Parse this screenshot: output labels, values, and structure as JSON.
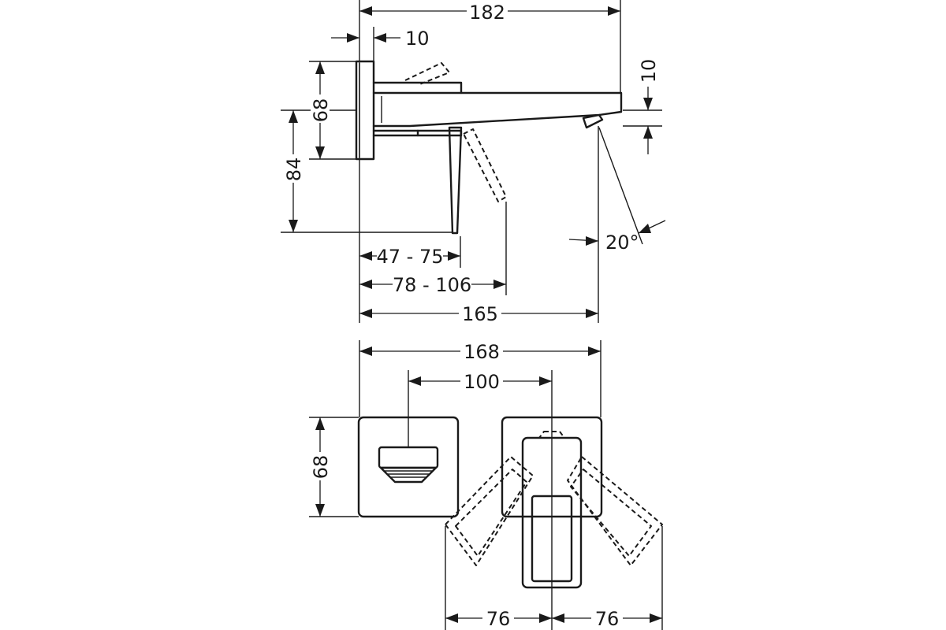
{
  "side_view": {
    "overall_length": "182",
    "plate_thickness": "10",
    "plate_height": "68",
    "mount_height": "84",
    "spout_thickness": "10",
    "lever_range_short": "47 - 75",
    "lever_range_long": "78 - 106",
    "spout_reach": "165",
    "spray_angle": "20°"
  },
  "top_view": {
    "overall_width": "168",
    "center_distance": "100",
    "plate_height": "68",
    "lever_swing_left": "76",
    "lever_swing_right": "76"
  }
}
